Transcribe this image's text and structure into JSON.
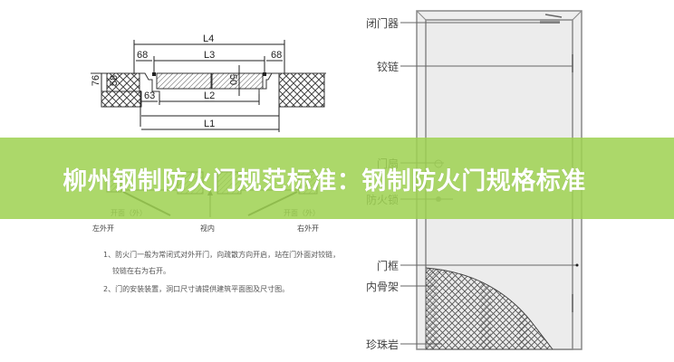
{
  "banner": {
    "title": "柳州钢制防火门规范标准：钢制防火门规格标准",
    "background": "#a6d562",
    "text_color": "#ffffff"
  },
  "left_drawing": {
    "dimensions": {
      "L4": "L4",
      "L3": "L3",
      "L2": "L2",
      "L1": "L1",
      "left_offset_top": "68",
      "right_offset_top": "68",
      "left_offset_bottom": "63",
      "frame_height": "76",
      "frame_inner": "58",
      "leaf_thickness": "50"
    },
    "swing_labels": {
      "opening_left": "开面（外）",
      "opening_right": "开面（外）",
      "left_outward": "左外开",
      "view_inside": "视内",
      "right_outward": "右外开"
    },
    "notes": [
      "1、防火门一般为常闭式对外开门，向疏散方向开启，站在门外面对铰链，",
      "铰链在右为右开。",
      "2、门的安装装置，洞口尺寸请提供建筑平面图及尺寸图。"
    ]
  },
  "right_drawing": {
    "callouts": [
      {
        "label": "闭门器"
      },
      {
        "label": "铰链"
      },
      {
        "label": "门扇"
      },
      {
        "label": "防火锁"
      },
      {
        "label": "门框"
      },
      {
        "label": "内骨架"
      },
      {
        "label": "珍珠岩"
      }
    ]
  }
}
